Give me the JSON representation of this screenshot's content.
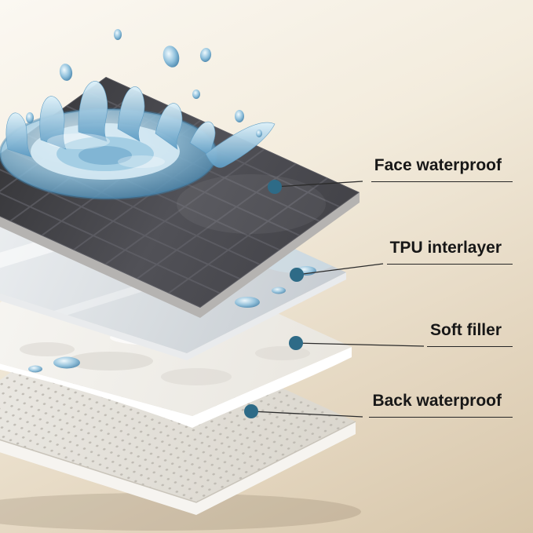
{
  "figure": {
    "kind": "layered-product-diagram",
    "subject": "waterproof pad layer structure"
  },
  "callouts": [
    {
      "label": "Face waterproof"
    },
    {
      "label": "TPU interlayer"
    },
    {
      "label": "Soft filler"
    },
    {
      "label": "Back waterproof"
    }
  ],
  "layers": [
    {
      "name": "face-waterproof-layer",
      "color": "#3f3f44"
    },
    {
      "name": "tpu-interlayer-layer",
      "color": "#dfe3e7"
    },
    {
      "name": "soft-filler-layer",
      "color": "#f2f0eb"
    },
    {
      "name": "back-waterproof-layer",
      "color": "#e6e3dc"
    }
  ],
  "style": {
    "dot_color": "#2e6b87",
    "line_color": "#262626",
    "text_color": "#171717",
    "background_top": "#fbf8f2",
    "background_bottom": "#d7c6aa",
    "water_color": "#4684ad"
  }
}
